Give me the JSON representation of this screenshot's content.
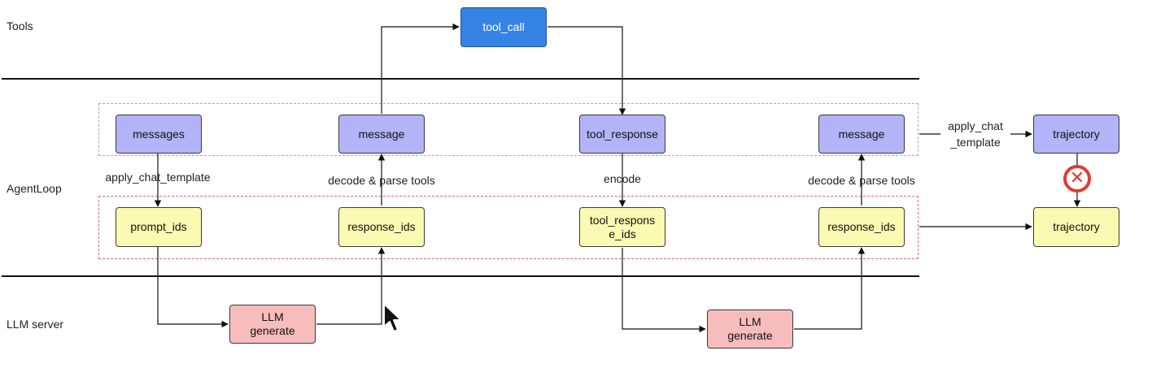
{
  "lanes": {
    "tools": "Tools",
    "agent_loop": "AgentLoop",
    "llm_server": "LLM server"
  },
  "nodes": {
    "tool_call": "tool_call",
    "messages": "messages",
    "message_1": "message",
    "tool_response": "tool_response",
    "message_2": "message",
    "trajectory_top": "trajectory",
    "prompt_ids": "prompt_ids",
    "response_ids_1": "response_ids",
    "tool_response_ids": "tool_respons e_ids",
    "response_ids_2": "response_ids",
    "trajectory_bottom": "trajectory",
    "llm_generate_1": "LLM generate",
    "llm_generate_2": "LLM generate"
  },
  "edge_labels": {
    "apply_chat_template": "apply_chat_template",
    "decode_parse_1": "decode & parse tools",
    "encode": "encode",
    "decode_parse_2": "decode & parse tools",
    "apply_chat_template_2": "apply_chat _template"
  },
  "colors": {
    "purple_node": "#b3b3f7",
    "yellow_node": "#fbfab2",
    "pink_node": "#f7bcbc",
    "blue_node": "#3683e6",
    "cancel_red": "#e23a2f"
  },
  "icons": {
    "cancel": "cancel-icon",
    "cursor": "mouse-pointer-icon"
  }
}
